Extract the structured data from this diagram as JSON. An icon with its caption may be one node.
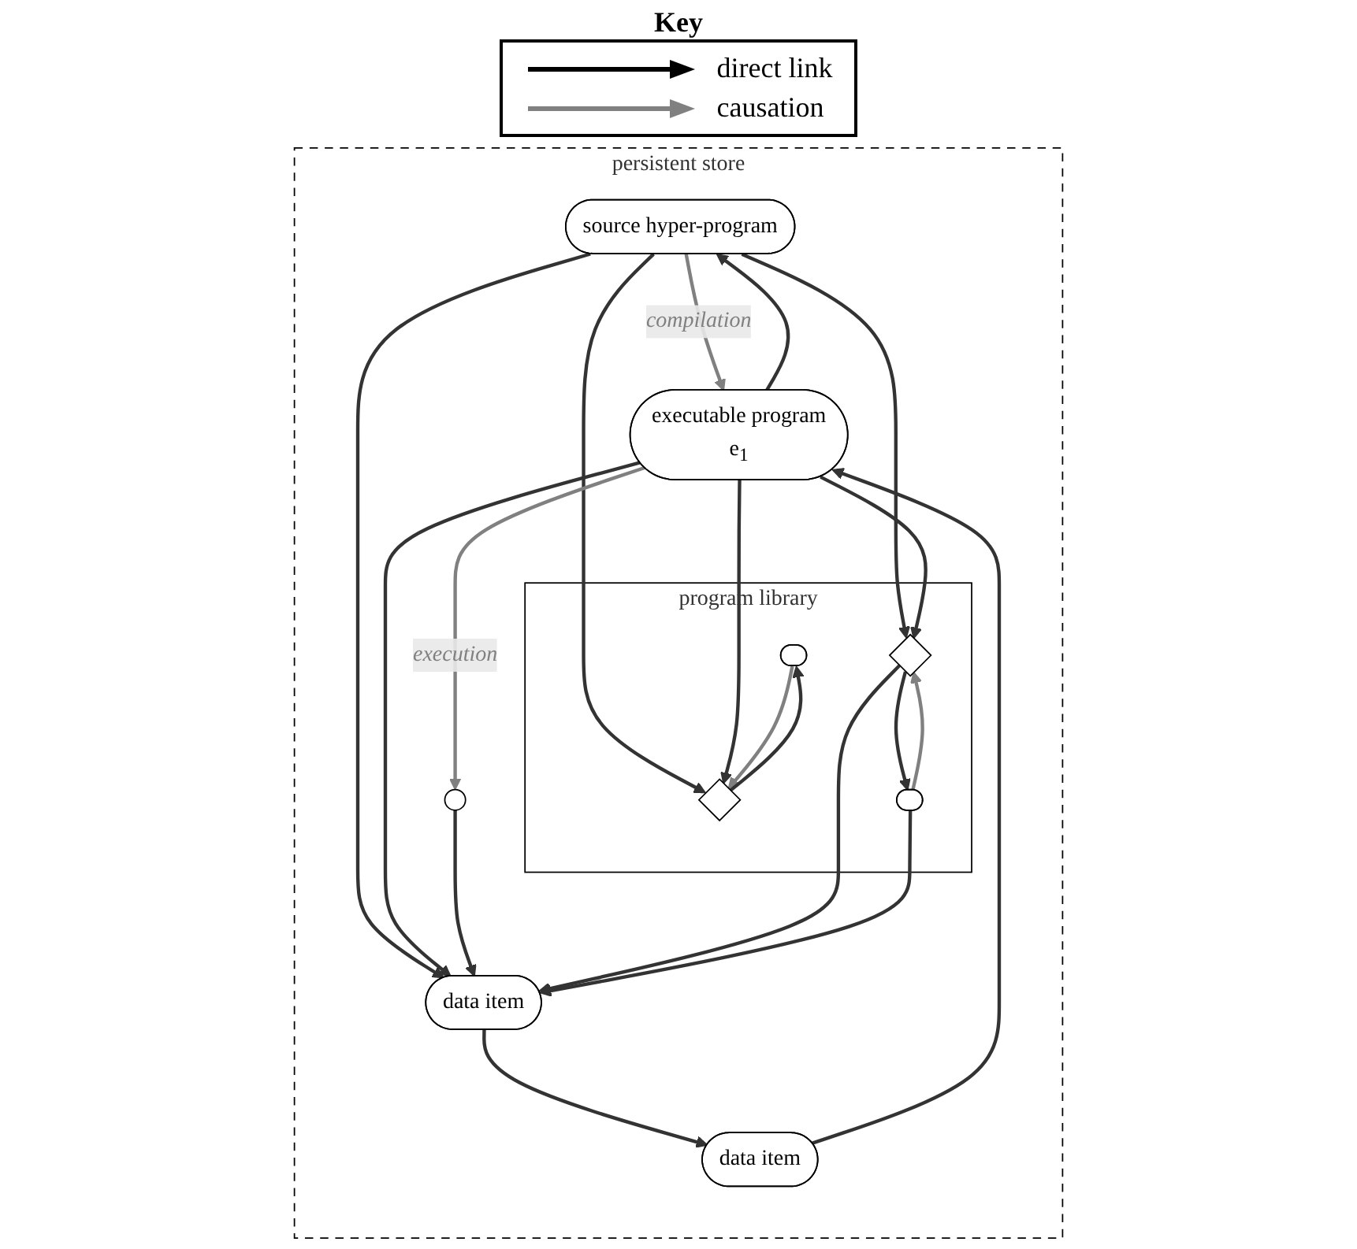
{
  "diagram": {
    "nodes": [
      {
        "text": [
          "persistent store"
        ]
      },
      {
        "text": [
          "source hyper-program"
        ],
        "in": 0
      },
      {
        "text": [
          "executable program",
          "e$_{1}$"
        ],
        "in": 0
      },
      {
        "text": [
          "program library"
        ],
        "in": 0
      },
      {
        "text": [],
        "shape": "ellipse",
        "in": 3
      },
      {
        "text": [],
        "shape": "diamond",
        "in": 3
      },
      {
        "text": [],
        "shape": "ellipse",
        "in": 3
      },
      {
        "text": [],
        "shape": "diamond",
        "in": 3
      },
      {
        "text": [
          "data item"
        ],
        "in": 0
      },
      {
        "text": [],
        "shape": "circle",
        "in": 0
      },
      {
        "text": [
          "data item"
        ],
        "in": 0
      }
    ],
    "edges": [
      {
        "from": 1,
        "to": 2,
        "arrow": "to",
        "label": "compilation",
        "color": "#808080"
      },
      {
        "from": 2,
        "to": 1,
        "arrow": "to"
      },
      {
        "from": 1,
        "to": 10,
        "arrow": "to"
      },
      {
        "from": 1,
        "to": 5,
        "arrow": "to"
      },
      {
        "from": 1,
        "to": 7,
        "arrow": "to"
      },
      {
        "from": 2,
        "to": 5,
        "arrow": "to"
      },
      {
        "from": 2,
        "to": 7,
        "arrow": "to"
      },
      {
        "from": 2,
        "to": 10,
        "arrow": "to"
      },
      {
        "from": 2,
        "to": 9,
        "arrow": "to",
        "label": "execution",
        "color": "#808080"
      },
      {
        "from": 8,
        "to": 2,
        "arrow": "to"
      },
      {
        "from": 10,
        "to": 8,
        "arrow": "to"
      },
      {
        "from": 9,
        "to": 10,
        "arrow": "to"
      },
      {
        "from": 4,
        "to": 5,
        "arrow": "to",
        "color": "#808080"
      },
      {
        "from": 5,
        "to": 4,
        "arrow": "to"
      },
      {
        "from": 6,
        "to": 7,
        "arrow": "to",
        "color": "#808080"
      },
      {
        "from": 7,
        "to": 6,
        "arrow": "to"
      },
      {
        "from": 7,
        "to": 10,
        "arrow": "to"
      },
      {
        "from": 6,
        "to": 10,
        "arrow": "to"
      }
    ],
    "labels": [
      "Key"
    ],
    "legend": [
      {
        "text": "direct link"
      },
      {
        "text": "causation"
      }
    ]
  }
}
